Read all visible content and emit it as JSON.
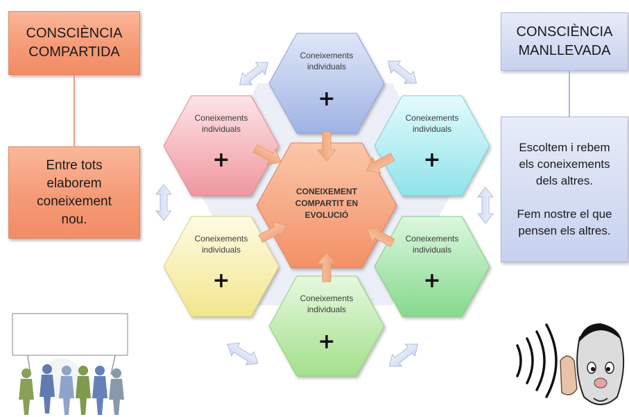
{
  "left": {
    "title": "CONSCIÈNCIA\nCOMPARTIDA",
    "description": "Entre tots\nelaborem\nconeixement\nnou."
  },
  "right": {
    "title": "CONSCIÈNCIA\nMANLLEVADA",
    "description": "Escoltem i rebem\nels coneixements\ndels altres.\n\nFem nostre el que\npensen els altres."
  },
  "center": {
    "label": "CONEIXEMENT\nCOMPARTIT EN\nEVOLUCIÓ"
  },
  "hexagons": [
    {
      "position": "top",
      "label": "Coneixements\nindividuals",
      "symbol": "+",
      "color": "#b9c8ec"
    },
    {
      "position": "upper-right",
      "label": "Coneixements\nindividuals",
      "symbol": "+",
      "color": "#bff0f3"
    },
    {
      "position": "lower-right",
      "label": "Coneixements\nindividuals",
      "symbol": "+",
      "color": "#b6ebb9"
    },
    {
      "position": "bottom",
      "label": "Coneixements\nindividuals",
      "symbol": "+",
      "color": "#c6efb8"
    },
    {
      "position": "lower-left",
      "label": "Coneixements\nindividuals",
      "symbol": "+",
      "color": "#f7f1b6"
    },
    {
      "position": "upper-left",
      "label": "Coneixements\nindividuals",
      "symbol": "+",
      "color": "#f6bcc1"
    }
  ],
  "colors": {
    "orange_box": "#f59a76",
    "blue_box": "#d4dcf3",
    "center_hexagon": "#f6a27c",
    "arrow_orange": "#f4b08c",
    "arrow_blue": "#dbe4f4"
  }
}
